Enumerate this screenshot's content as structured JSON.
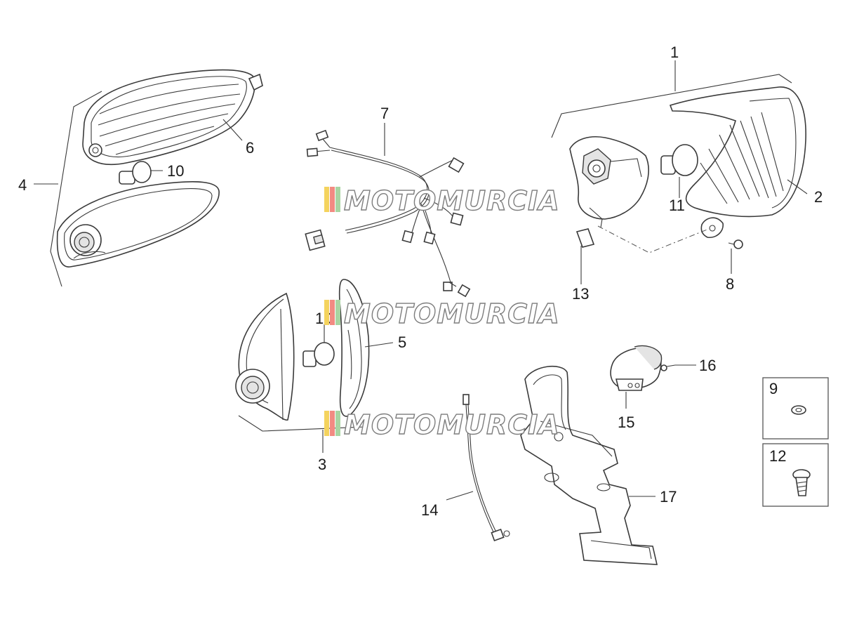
{
  "callouts": {
    "c1": "1",
    "c2": "2",
    "c3": "3",
    "c4": "4",
    "c5": "5",
    "c6": "6",
    "c7": "7",
    "c8": "8",
    "c9": "9",
    "c10a": "10",
    "c10b": "10",
    "c11": "11",
    "c12": "12",
    "c13": "13",
    "c14": "14",
    "c15": "15",
    "c16": "16",
    "c17": "17"
  },
  "watermark": {
    "text": "MOTOMURCIA",
    "flag_colors": [
      "#f4d35e",
      "#f28b82",
      "#a8d5a2"
    ]
  }
}
